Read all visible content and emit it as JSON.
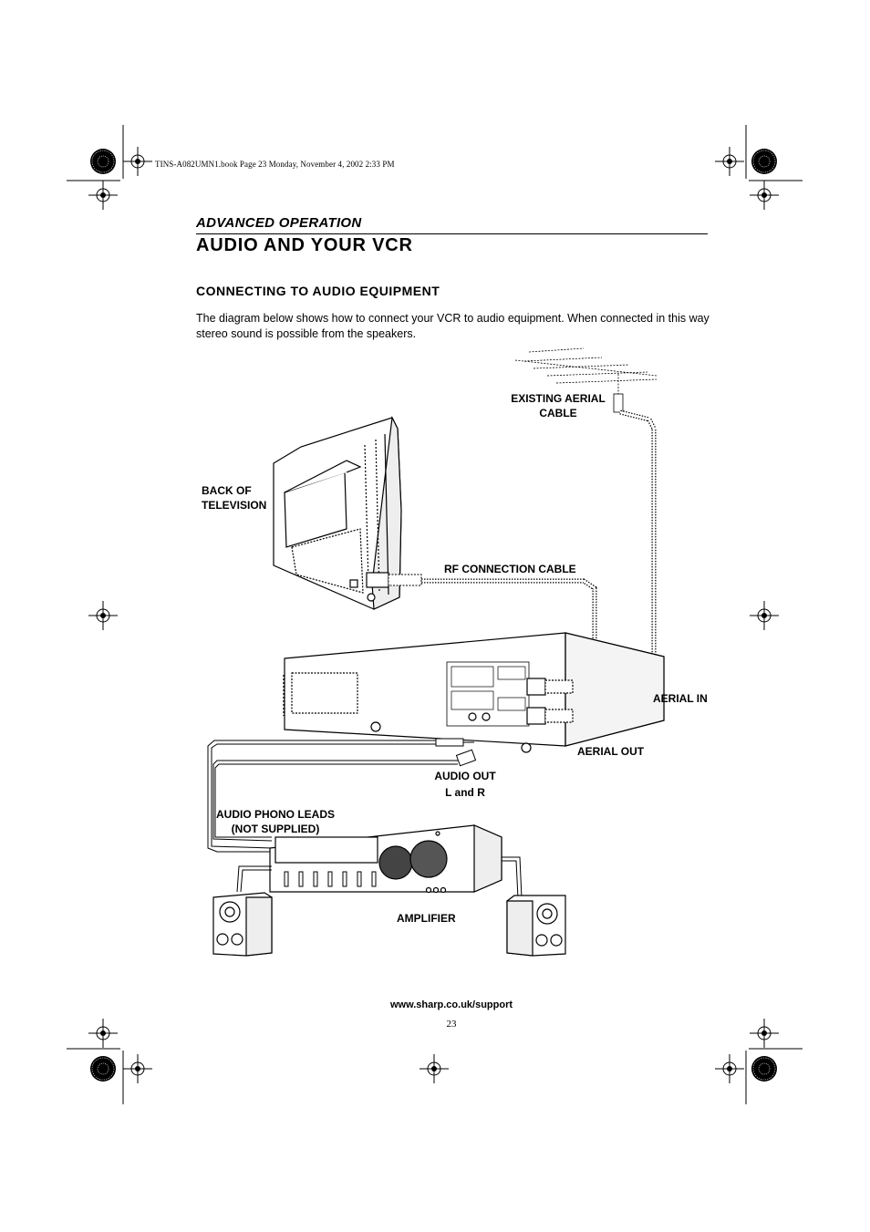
{
  "print_header": "TINS-A082UMN1.book  Page 23  Monday, November 4, 2002  2:33 PM",
  "section": "ADVANCED OPERATION",
  "title": "AUDIO AND YOUR VCR",
  "subtitle": "CONNECTING TO AUDIO EQUIPMENT",
  "intro": "The diagram below shows how to connect your VCR to audio equipment. When connected in this way stereo sound is possible from the speakers.",
  "labels": {
    "existing_aerial_line1": "EXISTING AERIAL",
    "existing_aerial_line2": "CABLE",
    "back_tv_line1": "BACK OF",
    "back_tv_line2": "TELEVISION",
    "rf_cable": "RF CONNECTION CABLE",
    "aerial_in": "AERIAL IN",
    "aerial_out": "AERIAL OUT",
    "audio_out_line1": "AUDIO OUT",
    "audio_out_line2": "L and R",
    "phono_leads_line1": "AUDIO PHONO LEADS",
    "phono_leads_line2": "(NOT SUPPLIED)",
    "amplifier": "AMPLIFIER"
  },
  "footer": {
    "url": "www.sharp.co.uk/support",
    "page_number": "23"
  }
}
